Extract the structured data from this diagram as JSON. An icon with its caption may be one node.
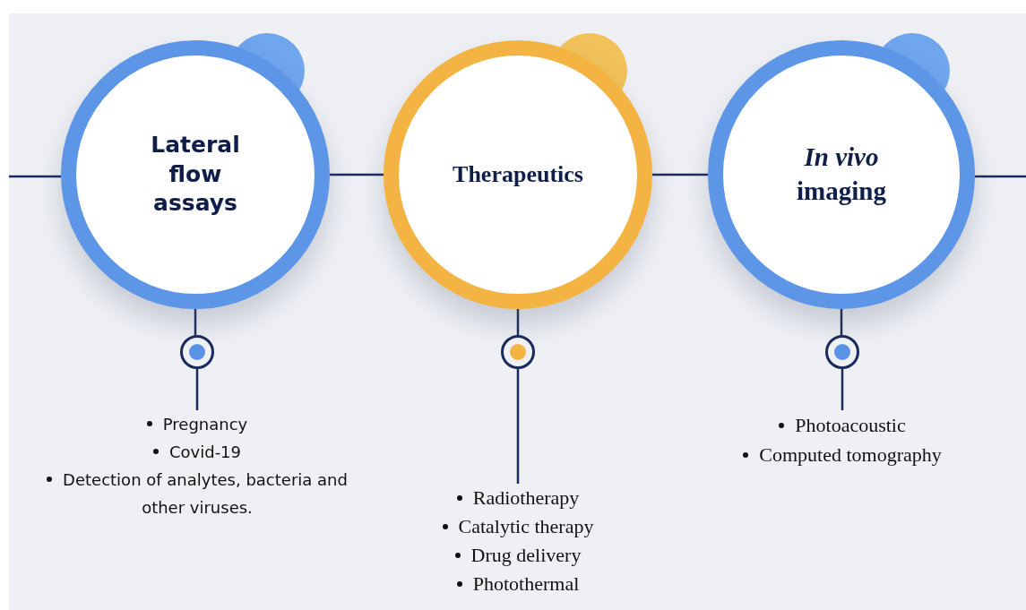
{
  "diagram": {
    "nodes": [
      {
        "text": [
          "Lateral flow assays"
        ]
      },
      {
        "text": [
          "Therapeutics"
        ]
      },
      {
        "text": [
          "*In vivo* imaging"
        ]
      },
      {
        "text": [],
        "shape": "circle"
      },
      {
        "text": [],
        "shape": "circle"
      },
      {
        "text": [],
        "shape": "circle"
      },
      {
        "text": [
          "Pregnancy",
          "Covid-19",
          "Detection of analytes, bacteria and other viruses."
        ]
      },
      {
        "text": [
          "Radiotherapy",
          "Catalytic therapy",
          "Drug delivery",
          "Photothermal"
        ]
      },
      {
        "text": [
          "Photoacoustic",
          "Computed tomography"
        ]
      }
    ],
    "edges": [
      {
        "from": null,
        "to": 0,
        "arrow": "none"
      },
      {
        "from": 0,
        "to": 1,
        "arrow": "none"
      },
      {
        "from": 1,
        "to": 2,
        "arrow": "none"
      },
      {
        "from": 2,
        "to": null,
        "arrow": "none"
      },
      {
        "from": 0,
        "to": 3,
        "arrow": "none"
      },
      {
        "from": 3,
        "to": 6,
        "arrow": "none"
      },
      {
        "from": 1,
        "to": 4,
        "arrow": "none"
      },
      {
        "from": 4,
        "to": 7,
        "arrow": "none"
      },
      {
        "from": 2,
        "to": 5,
        "arrow": "none"
      },
      {
        "from": 5,
        "to": 8,
        "arrow": "none"
      }
    ]
  }
}
